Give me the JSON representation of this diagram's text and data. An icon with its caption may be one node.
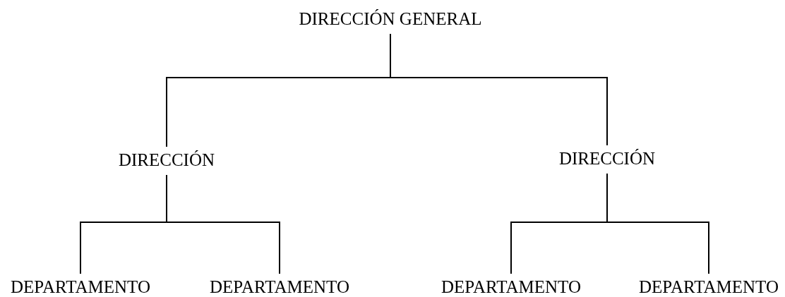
{
  "diagram": {
    "nodes": [
      {
        "text": [
          "DIRECCIÓN GENERAL"
        ]
      },
      {
        "text": [
          "DIRECCIÓN"
        ]
      },
      {
        "text": [
          "DIRECCIÓN"
        ]
      },
      {
        "text": [
          "DEPARTAMENTO"
        ]
      },
      {
        "text": [
          "DEPARTAMENTO"
        ]
      },
      {
        "text": [
          "DEPARTAMENTO"
        ]
      },
      {
        "text": [
          "DEPARTAMENTO"
        ]
      }
    ],
    "edges": [
      {
        "from": 0,
        "to": 1,
        "arrow": "none"
      },
      {
        "from": 0,
        "to": 2,
        "arrow": "none"
      },
      {
        "from": 1,
        "to": 3,
        "arrow": "none"
      },
      {
        "from": 1,
        "to": 4,
        "arrow": "none"
      },
      {
        "from": 2,
        "to": 5,
        "arrow": "none"
      },
      {
        "from": 2,
        "to": 6,
        "arrow": "none"
      }
    ]
  }
}
